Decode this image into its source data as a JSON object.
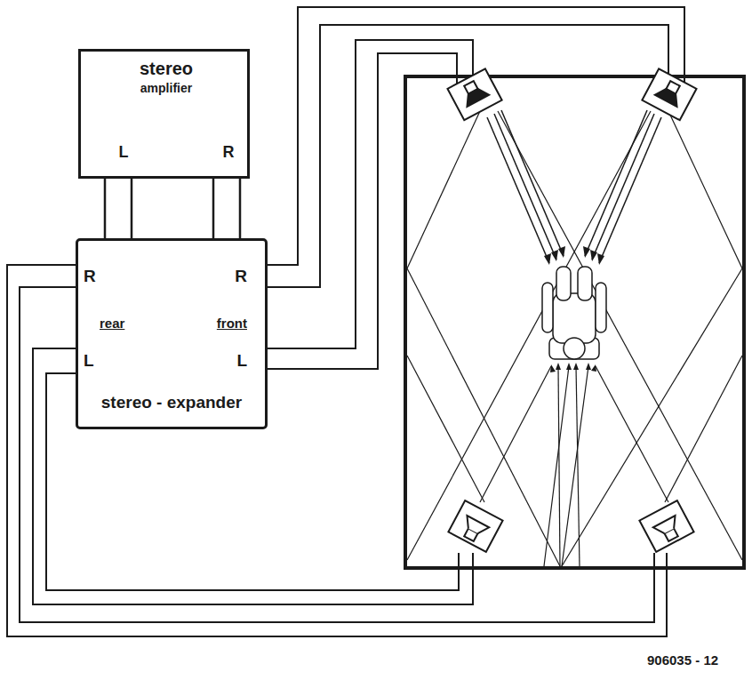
{
  "diagram": {
    "nodes": [
      {
        "text": [
          "stereo",
          "amplifier",
          "L",
          "R"
        ]
      },
      {
        "text": [
          "R",
          "rear",
          "L",
          "R",
          "front",
          "L",
          "stereo - expander"
        ]
      }
    ],
    "edges": [
      {
        "from": 0,
        "to": 1,
        "arrow": "none"
      },
      {
        "from": 0,
        "to": 1,
        "arrow": "none"
      }
    ],
    "labels": [
      "906035 - 12"
    ]
  }
}
